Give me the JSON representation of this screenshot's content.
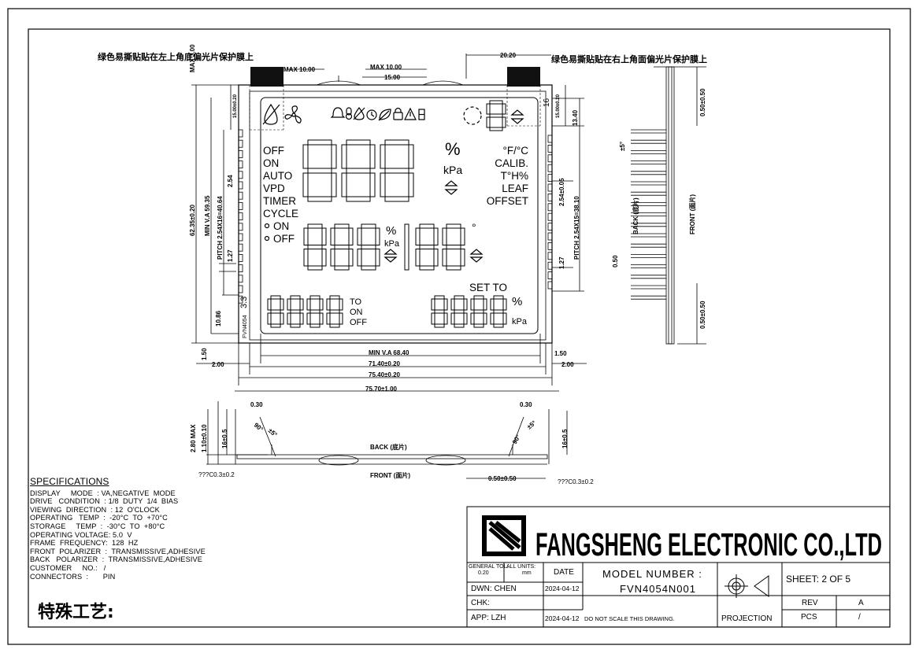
{
  "notes": {
    "left": "绿色易撕贴贴在左上角底偏光片保护膜上",
    "right": "绿色易撕贴贴在右上角面偏光片保护膜上"
  },
  "dims": {
    "max_10_a": "MAX 10.00",
    "max_10_b": "MAX 10.00",
    "d15": "15.00",
    "d2020": "20.20",
    "max_00": "MAX 3.00",
    "d1340": "13.40",
    "d15b": "15.00±0.20",
    "d15c": "15.00±0.20",
    "d6235": "62.35±0.20",
    "minva5935": "MIN V.A 59.35",
    "pitch_left": "PITCH 2.54X16=40.64",
    "d254": "2.54",
    "d127": "1.27",
    "d1086": "10.86",
    "d150": "1.50",
    "d200": "2.00",
    "minva6840": "MIN V.A 68.40",
    "d7140": "71.40±0.20",
    "d7540": "75.40±0.20",
    "d7570": "75.70±1.00",
    "d150r": "1.50",
    "d200r": "2.00",
    "d254r": "2.54±0.05",
    "pitch_right": "PITCH 2.54X15=38.10",
    "d127r": "1.27",
    "d050r": "0.50±0.50",
    "d050r2": "0.50±0.50",
    "back_side": "BACK (底片)",
    "front_side": "FRONT (面片)",
    "pin_angle": "±5°",
    "pin050": "0.50",
    "d280": "2.80 MAX",
    "d110": "1.10±0.10",
    "d16": "16±0.5",
    "d030l": "0.30",
    "d030r": "0.30",
    "ang90l": "90°",
    "ang5l": "±5°",
    "ang90r": "90°",
    "ang5r": "±5°",
    "back_bottom": "BACK (底片)",
    "front_bottom": "FRONT (面片)",
    "c03l": "???C0.3±0.2",
    "c03r": "???C0.3±0.2",
    "d050b": "0.50±0.50",
    "d16r": "16±0.5",
    "part_mark": "FVN4054",
    "rev_mark": "3.3",
    "num16": "16"
  },
  "lcd": {
    "left_modes": [
      "OFF",
      "ON",
      "AUTO",
      "VPD",
      "TIMER",
      "CYCLE"
    ],
    "cycle_on": "ON",
    "cycle_off": "OFF",
    "right_labels": [
      "°F/°C",
      "CALIB.",
      "T°H%",
      "LEAF",
      "OFFSET"
    ],
    "pct1": "%",
    "kpa1": "kPa",
    "pct2": "%",
    "kpa2": "kPa",
    "deg_small": "°",
    "set_to": "SET TO",
    "to_on_off": [
      "TO",
      "ON",
      "OFF"
    ],
    "pct3": "%",
    "kpa3": "kPa",
    "icons": [
      "bell-icon",
      "thermometer-icon",
      "no-water-icon",
      "alarm-clock-icon",
      "leaf-icon",
      "lock-icon",
      "warning-icon",
      "battery-icon"
    ]
  },
  "specs": {
    "heading": "SPECIFICATIONS",
    "rows": [
      "DISPLAY     MODE  : VA,NEGATIVE  MODE",
      "DRIVE   CONDITION  : 1/8  DUTY  1/4  BIAS",
      "VIEWING  DIRECTION  : 12  O'CLOCK",
      "OPERATING   TEMP  :  -20°C  TO  +70°C",
      "STORAGE     TEMP  :  -30°C  TO  +80°C",
      "OPERATING VOLTAGE: 5.0  V",
      "FRAME  FREQUENCY:  128  HZ",
      "FRONT  POLARIZER  :  TRANSMISSIVE,ADHESIVE",
      "BACK   POLARIZER  :  TRANSMISSIVE,ADHESIVE",
      "CUSTOMER     NO.:   /",
      "CONNECTORS  :       PIN"
    ],
    "special": "特殊工艺:"
  },
  "title_block": {
    "company": "FANGSHENG ELECTRONIC CO.,LTD",
    "gen_tol": "GENERAL TOL:",
    "gen_tol_val": "0.20",
    "all_units": "ALL UNITS:",
    "units": "mm",
    "date_hdr": "DATE",
    "model_hdr": "MODEL  NUMBER  :",
    "model": "FVN4054N001",
    "dwn": "DWN:   CHEN",
    "dwn_date": "2024-04-12",
    "chk": "CHK:",
    "app": "APP:   LZH",
    "app_date": "2024-04-12",
    "no_scale": "DO  NOT  SCALE  THIS  DRAWING.",
    "projection": "PROJECTION",
    "sheet": "SHEET:   2   OF   5",
    "rev": "REV",
    "rev_val": "A",
    "pcs": "PCS",
    "pcs_val": "/"
  }
}
